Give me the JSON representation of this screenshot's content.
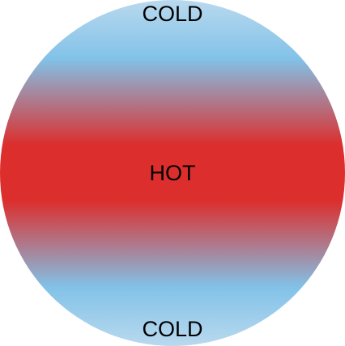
{
  "labels": {
    "top": "COLD",
    "center": "HOT",
    "bottom": "COLD"
  },
  "colors": {
    "cold_light": "#b9d9ee",
    "cold": "#82c2e8",
    "hot": "#dc2e2c"
  }
}
